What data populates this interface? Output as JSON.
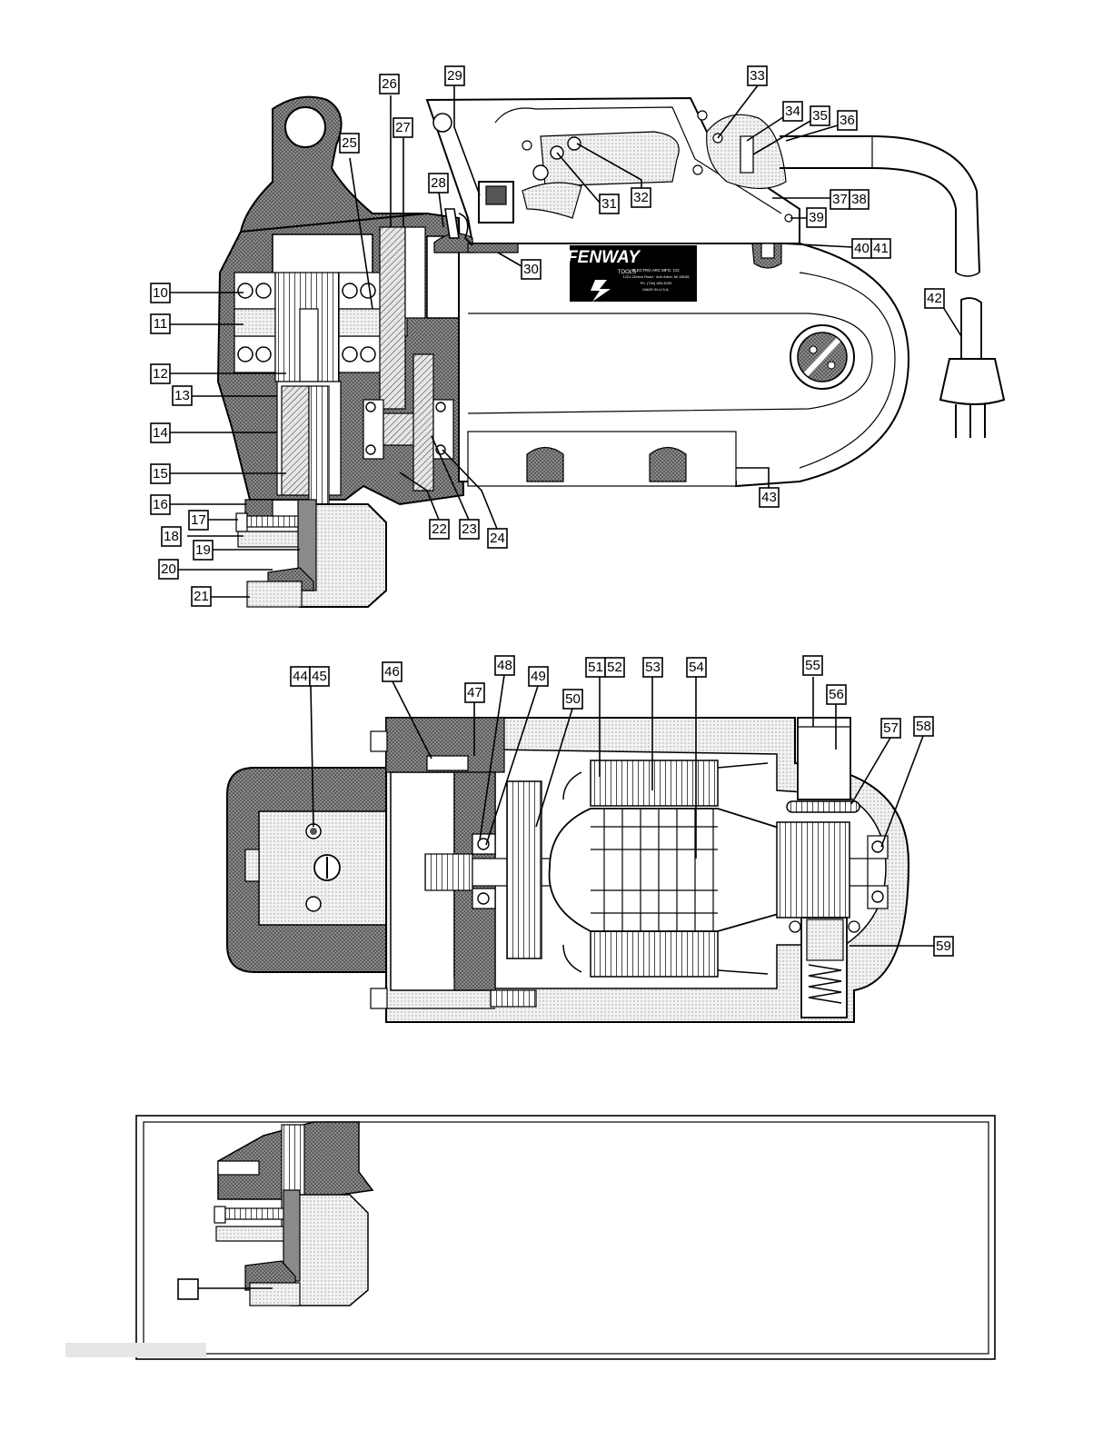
{
  "logo": {
    "brand": "FENWAY",
    "sub": "TOOLS",
    "lines": [
      "ELECTRO ARC MFG. CO.",
      "1221 Clinton Road · Ann Arbor, MI 48108",
      "Ph: (734) 483-4233",
      "MADE IN U.S.A."
    ]
  },
  "part_labels": [
    "10",
    "11",
    "12",
    "13",
    "14",
    "15",
    "16",
    "17",
    "18",
    "19",
    "20",
    "21",
    "22",
    "23",
    "24",
    "25",
    "26",
    "27",
    "28",
    "29",
    "30",
    "31",
    "32",
    "33",
    "34",
    "35",
    "36",
    "37",
    "38",
    "39",
    "40",
    "41",
    "42",
    "43",
    "44",
    "45",
    "46",
    "47",
    "48",
    "49",
    "50",
    "51",
    "52",
    "53",
    "54",
    "55",
    "56",
    "57",
    "58",
    "59"
  ],
  "inset": {
    "blank_label": ""
  },
  "colors": {
    "ink": "#000000",
    "dark_fill": "#6e6e6e",
    "light_fill": "#d9d9d9",
    "mid_fill": "#a8a8a8",
    "paper": "#ffffff"
  }
}
